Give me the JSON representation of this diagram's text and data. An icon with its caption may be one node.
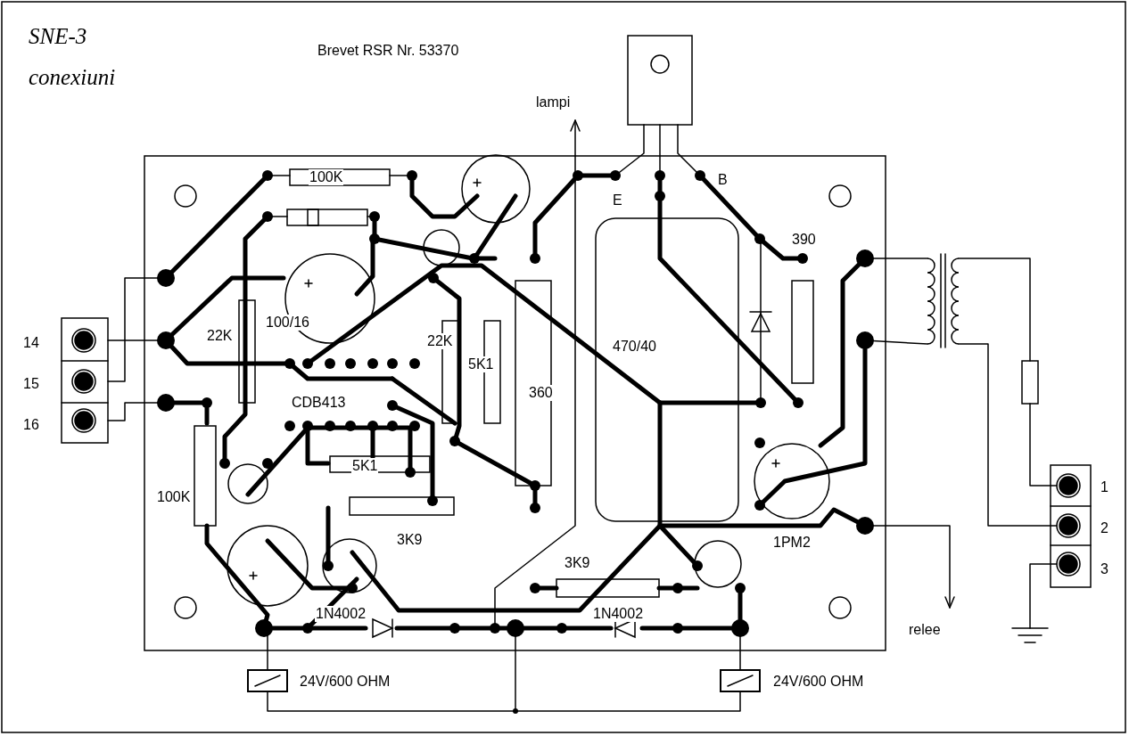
{
  "diagram": {
    "title": "SNE-3 conexiuni",
    "labels": [
      "Brevet RSR Nr. 53370",
      "lampi",
      "E",
      "B",
      "100K",
      "390",
      "100/16",
      "22K",
      "22K",
      "5K1",
      "470/40",
      "14",
      "360",
      "15",
      "CDB413",
      "16",
      "5K1",
      "100K",
      "1",
      "3K9",
      "2",
      "1PM2",
      "3",
      "3K9",
      "1N4002",
      "1N4002",
      "relee",
      "24V/600 OHM",
      "24V/600 OHM"
    ]
  }
}
